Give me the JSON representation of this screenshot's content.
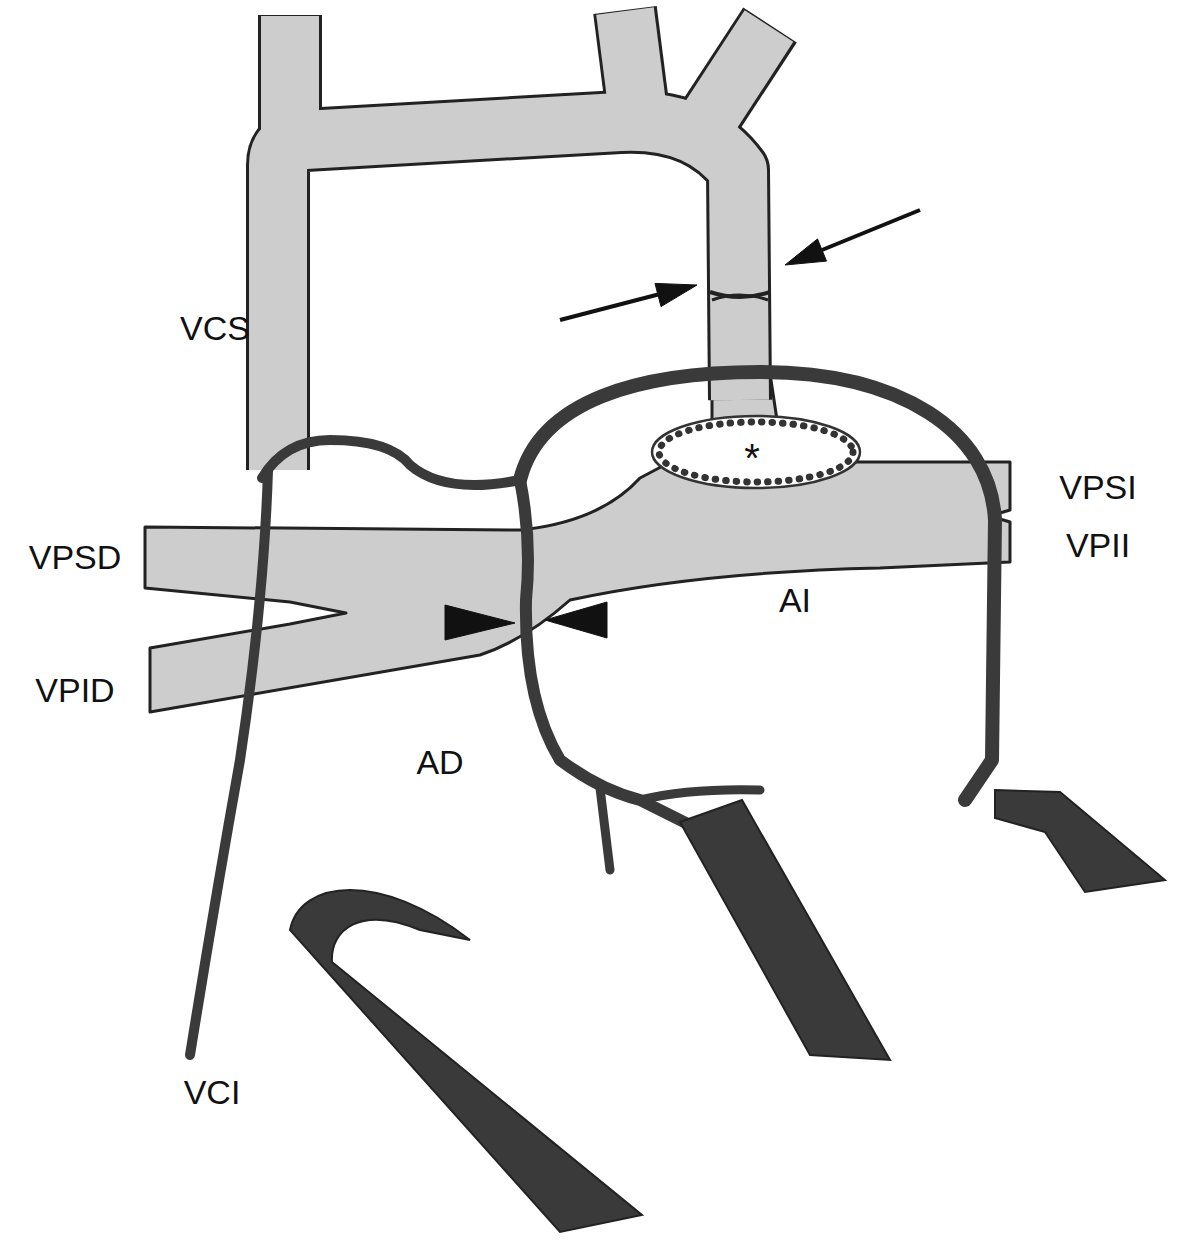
{
  "diagram": {
    "labels": [
      "VCS",
      "VPSD",
      "VPID",
      "AD",
      "VCI",
      "AI",
      "VPSI",
      "VPII",
      "*"
    ]
  }
}
